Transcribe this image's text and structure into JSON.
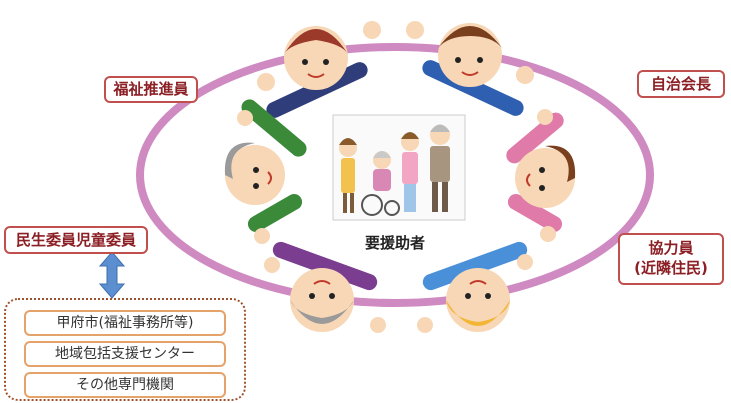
{
  "roles": {
    "welfare_promoter": "福祉推進員",
    "neighborhood_chair": "自治会長",
    "commissioner": "民生委員児童委員",
    "cooperator_line1": "協力員",
    "cooperator_line2": "(近隣住民)"
  },
  "center": {
    "label": "要援助者"
  },
  "organizations": [
    "甲府市(福祉事務所等)",
    "地域包括支援センター",
    "その他専門機関"
  ],
  "colors": {
    "ring": "#cf8ac2",
    "label_border": "#c0504d",
    "org_border": "#e6a26b",
    "arrow": "#5b8fd0"
  }
}
